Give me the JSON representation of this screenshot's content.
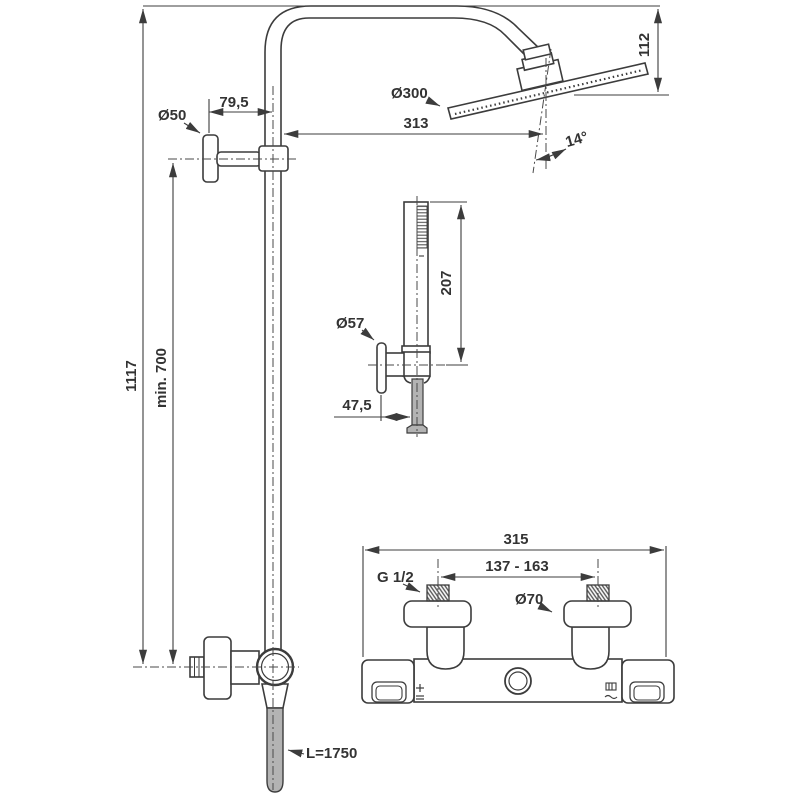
{
  "drawing": {
    "type": "technical-dimension-drawing",
    "subject": "shower-system-with-thermostatic-mixer",
    "labels": {
      "total_height": "1117",
      "min_height": "min. 700",
      "bracket_diameter": "Ø50",
      "bracket_offset": "79,5",
      "head_diameter": "Ø300",
      "head_reach": "313",
      "head_height": "112",
      "head_angle": "14°",
      "holder_diameter": "Ø57",
      "handshower_length": "207",
      "holder_offset": "47,5",
      "hose_length": "L=1750",
      "mixer_width": "315",
      "inlet_spacing": "137 - 163",
      "inlet_thread": "G 1/2",
      "escutcheon_diameter": "Ø70"
    },
    "colors": {
      "line": "#3c3c3c",
      "dimension_line": "#3c3c3c",
      "hose_fill": "#b3b3b3",
      "background": "#ffffff"
    }
  }
}
